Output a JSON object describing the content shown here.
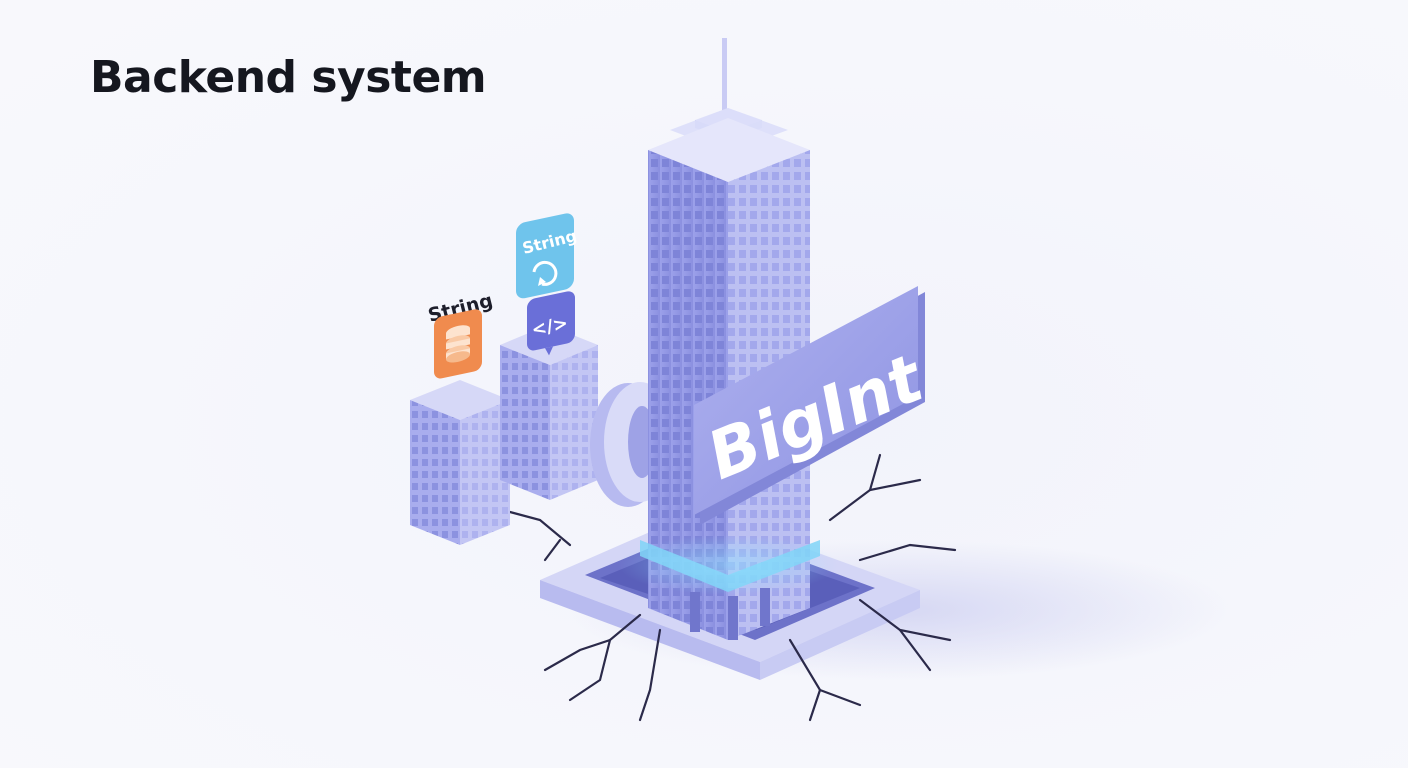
{
  "header": {
    "title": "Backend system"
  },
  "labels": {
    "left_tag": "String",
    "middle_tag": "String",
    "code_icon_text": "</>",
    "big_sign": "BigInt",
    "zero_glyph": "0"
  },
  "icons": {
    "left_building_badge": "database-stack-icon",
    "middle_building_badge_top": "refresh-icon",
    "middle_building_badge_bottom": "code-icon"
  },
  "colors": {
    "background": "#f4f5fb",
    "tower": "#8f95e3",
    "badge_orange": "#f08b4e",
    "badge_blue": "#6fc4ec",
    "badge_purple": "#6a6fd8",
    "sign": "#9fa3e6",
    "crack": "#2b2a4a",
    "glow": "#7fd4f7"
  }
}
